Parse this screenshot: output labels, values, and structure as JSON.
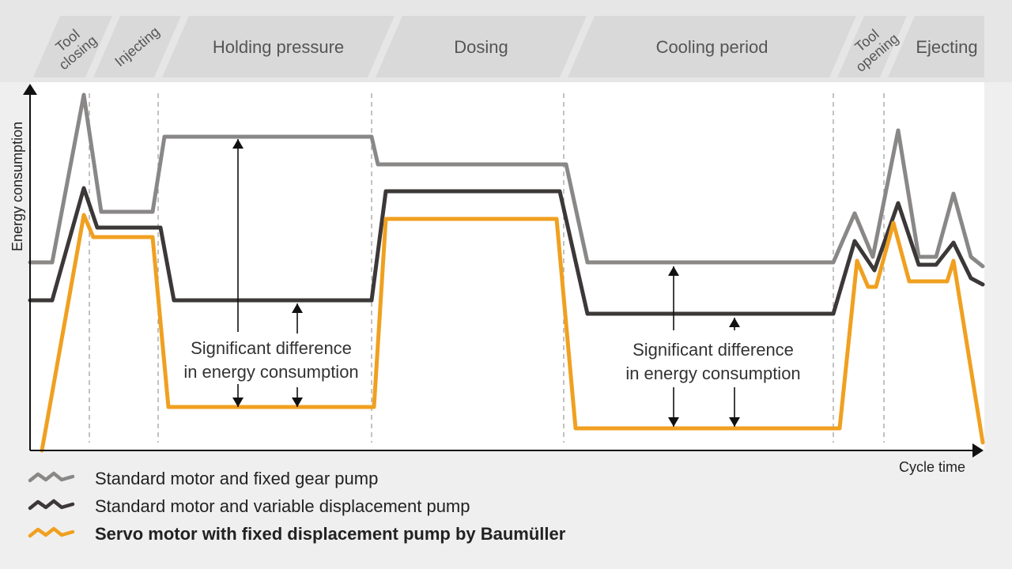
{
  "chart_data": {
    "type": "line",
    "xlabel": "Cycle time",
    "ylabel": "Energy consumption",
    "xlim": [
      0,
      1205
    ],
    "ylim": [
      0,
      460
    ],
    "phases": [
      {
        "label": "Tool closing",
        "lines": [
          "Tool",
          "closing"
        ],
        "start": 0,
        "end": 75
      },
      {
        "label": "Injecting",
        "lines": [
          "Injecting"
        ],
        "start": 75,
        "end": 162
      },
      {
        "label": "Holding pressure",
        "lines": [
          "Holding pressure"
        ],
        "start": 162,
        "end": 432
      },
      {
        "label": "Dosing",
        "lines": [
          "Dosing"
        ],
        "start": 432,
        "end": 675
      },
      {
        "label": "Cooling period",
        "lines": [
          "Cooling period"
        ],
        "start": 675,
        "end": 1016
      },
      {
        "label": "Tool opening",
        "lines": [
          "Tool",
          "opening"
        ],
        "start": 1016,
        "end": 1080
      },
      {
        "label": "Ejecting",
        "lines": [
          "Ejecting"
        ],
        "start": 1080,
        "end": 1205
      }
    ],
    "annotations": [
      {
        "lines": [
          "Significant difference",
          "in energy consumption"
        ],
        "x": 303,
        "y": 100
      },
      {
        "lines": [
          "Significant difference",
          "in energy consumption"
        ],
        "x": 862,
        "y": 98
      }
    ],
    "series": [
      {
        "name": "Standard motor and fixed gear pump",
        "color": "#8a8787",
        "bold": false,
        "points": [
          [
            0,
            238
          ],
          [
            28,
            238
          ],
          [
            68,
            450
          ],
          [
            90,
            302
          ],
          [
            155,
            302
          ],
          [
            170,
            397
          ],
          [
            432,
            397
          ],
          [
            440,
            362
          ],
          [
            678,
            362
          ],
          [
            705,
            238
          ],
          [
            1016,
            238
          ],
          [
            1043,
            300
          ],
          [
            1066,
            245
          ],
          [
            1098,
            405
          ],
          [
            1124,
            245
          ],
          [
            1146,
            245
          ],
          [
            1168,
            325
          ],
          [
            1190,
            245
          ],
          [
            1205,
            233
          ]
        ]
      },
      {
        "name": "Standard motor and variable displacement pump",
        "color": "#3d3838",
        "bold": false,
        "points": [
          [
            0,
            190
          ],
          [
            28,
            190
          ],
          [
            68,
            332
          ],
          [
            85,
            282
          ],
          [
            165,
            282
          ],
          [
            182,
            190
          ],
          [
            432,
            190
          ],
          [
            450,
            328
          ],
          [
            670,
            328
          ],
          [
            705,
            173
          ],
          [
            1016,
            173
          ],
          [
            1043,
            265
          ],
          [
            1068,
            228
          ],
          [
            1098,
            313
          ],
          [
            1124,
            235
          ],
          [
            1146,
            235
          ],
          [
            1168,
            263
          ],
          [
            1190,
            218
          ],
          [
            1205,
            210
          ]
        ]
      },
      {
        "name": "Servo motor with fixed displacement pump by Baumüller",
        "color": "#f0a020",
        "bold": true,
        "points": [
          [
            15,
            0
          ],
          [
            68,
            298
          ],
          [
            80,
            270
          ],
          [
            155,
            270
          ],
          [
            175,
            55
          ],
          [
            435,
            55
          ],
          [
            450,
            293
          ],
          [
            666,
            293
          ],
          [
            690,
            28
          ],
          [
            1024,
            28
          ],
          [
            1046,
            240
          ],
          [
            1060,
            207
          ],
          [
            1070,
            207
          ],
          [
            1092,
            288
          ],
          [
            1112,
            214
          ],
          [
            1160,
            214
          ],
          [
            1168,
            240
          ],
          [
            1205,
            10
          ]
        ]
      }
    ]
  }
}
